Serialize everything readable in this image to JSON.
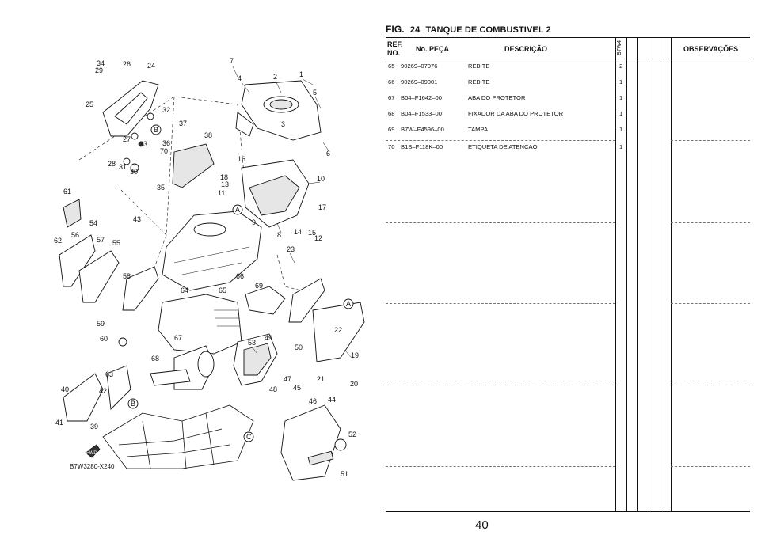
{
  "figure": {
    "label": "FIG.",
    "number": "24",
    "title": "TANQUE DE COMBUSTIVEL 2"
  },
  "table": {
    "headers": {
      "ref": "REF.",
      "no": "NO.",
      "part_no": "No. PEÇA",
      "description": "DESCRIÇÃO",
      "model": "B7W4",
      "remarks": "OBSERVAÇÕES"
    },
    "rows": [
      {
        "ref": "65",
        "part": "90269–07076",
        "desc": "REBITE",
        "qty": "2"
      },
      {
        "ref": "66",
        "part": "90269–09001",
        "desc": "REBITE",
        "qty": "1"
      },
      {
        "ref": "67",
        "part": "B04–F1642–00",
        "desc": "ABA DO PROTETOR",
        "qty": "1"
      },
      {
        "ref": "68",
        "part": "B04–F1533–00",
        "desc": "FIXADOR DA ABA DO PROTETOR",
        "qty": "1"
      },
      {
        "ref": "69",
        "part": "B7W–F4596–00",
        "desc": "TAMPA",
        "qty": "1"
      },
      {
        "ref": "70",
        "part": "B1S–F118K–00",
        "desc": "ETIQUETA DE ATENCAO",
        "qty": "1"
      }
    ]
  },
  "diagram": {
    "code": "B7W3280-X240",
    "callouts": [
      "1",
      "2",
      "3",
      "4",
      "5",
      "6",
      "7",
      "8",
      "9",
      "10",
      "11",
      "12",
      "13",
      "14",
      "15",
      "16",
      "17",
      "18",
      "19",
      "20",
      "21",
      "22",
      "23",
      "24",
      "25",
      "26",
      "27",
      "28",
      "29",
      "30",
      "31",
      "32",
      "33",
      "34",
      "35",
      "36",
      "37",
      "38",
      "39",
      "40",
      "41",
      "42",
      "43",
      "44",
      "45",
      "46",
      "47",
      "48",
      "49",
      "50",
      "51",
      "52",
      "53",
      "54",
      "55",
      "56",
      "57",
      "58",
      "59",
      "60",
      "61",
      "62",
      "63",
      "64",
      "65",
      "66",
      "67",
      "68",
      "69",
      "70"
    ],
    "refs": [
      "A",
      "B",
      "C"
    ],
    "fwd": "FWD"
  },
  "page_number": "40"
}
